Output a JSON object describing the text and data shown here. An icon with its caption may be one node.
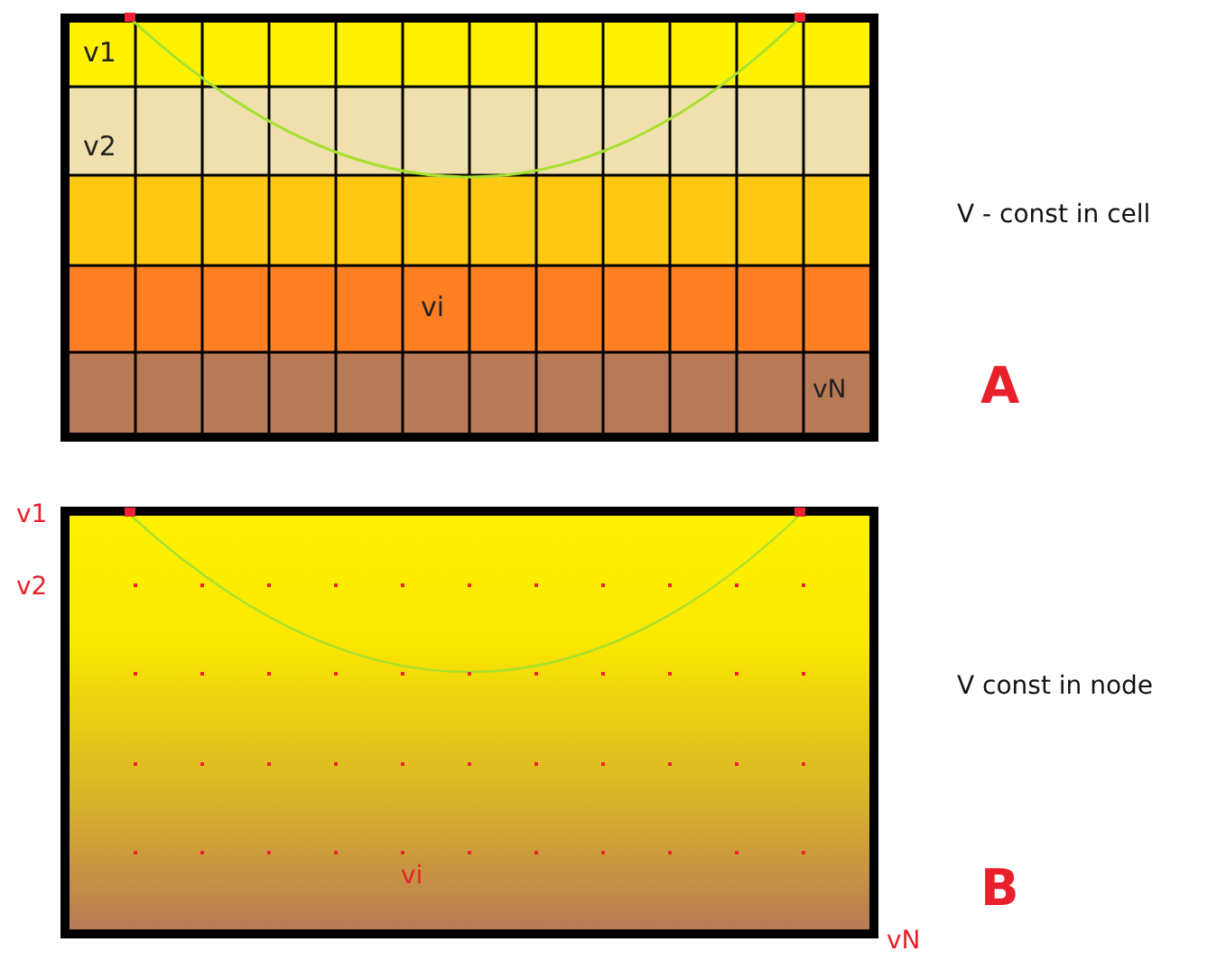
{
  "diagram": {
    "labels": [
      "v1",
      "v2",
      "V - const in cell",
      "vi",
      "vN",
      "A",
      "v1",
      "v2",
      "V const in node",
      "vi",
      "B",
      "vN"
    ]
  }
}
